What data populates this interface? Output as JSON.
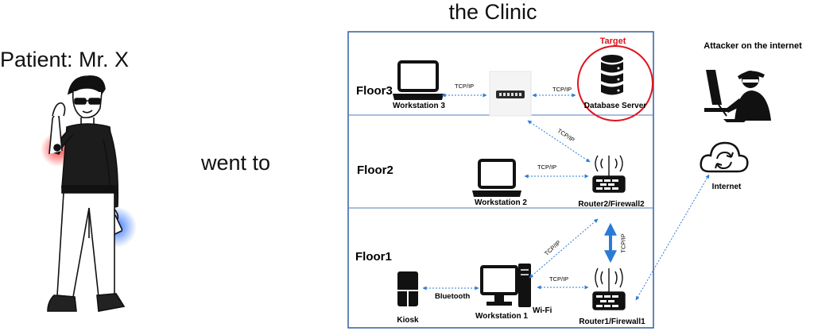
{
  "title": "the Clinic",
  "patient_label": "Patient: Mr. X",
  "went_to": "went to",
  "floors": {
    "floor3": "Floor3",
    "floor2": "Floor2",
    "floor1": "Floor1"
  },
  "devices": {
    "workstation3": "Workstation 3",
    "database_server": "Database Server",
    "target": "Target",
    "workstation2": "Workstation 2",
    "router2": "Router2/Firewall2",
    "workstation1": "Workstation 1",
    "wifi": "Wi-Fi",
    "kiosk": "Kiosk",
    "router1": "Router1/Firewall1"
  },
  "links": {
    "tcp": "TCP/IP",
    "bluetooth": "Bluetooth"
  },
  "attacker": {
    "label": "Attacker on the internet",
    "internet": "Internet"
  },
  "colors": {
    "link_blue": "#2b7bd6",
    "frame": "#2f5f9e",
    "target_ring": "#e0141e",
    "glow_red": "#ff2a2a",
    "glow_blue": "#2a6bff"
  }
}
